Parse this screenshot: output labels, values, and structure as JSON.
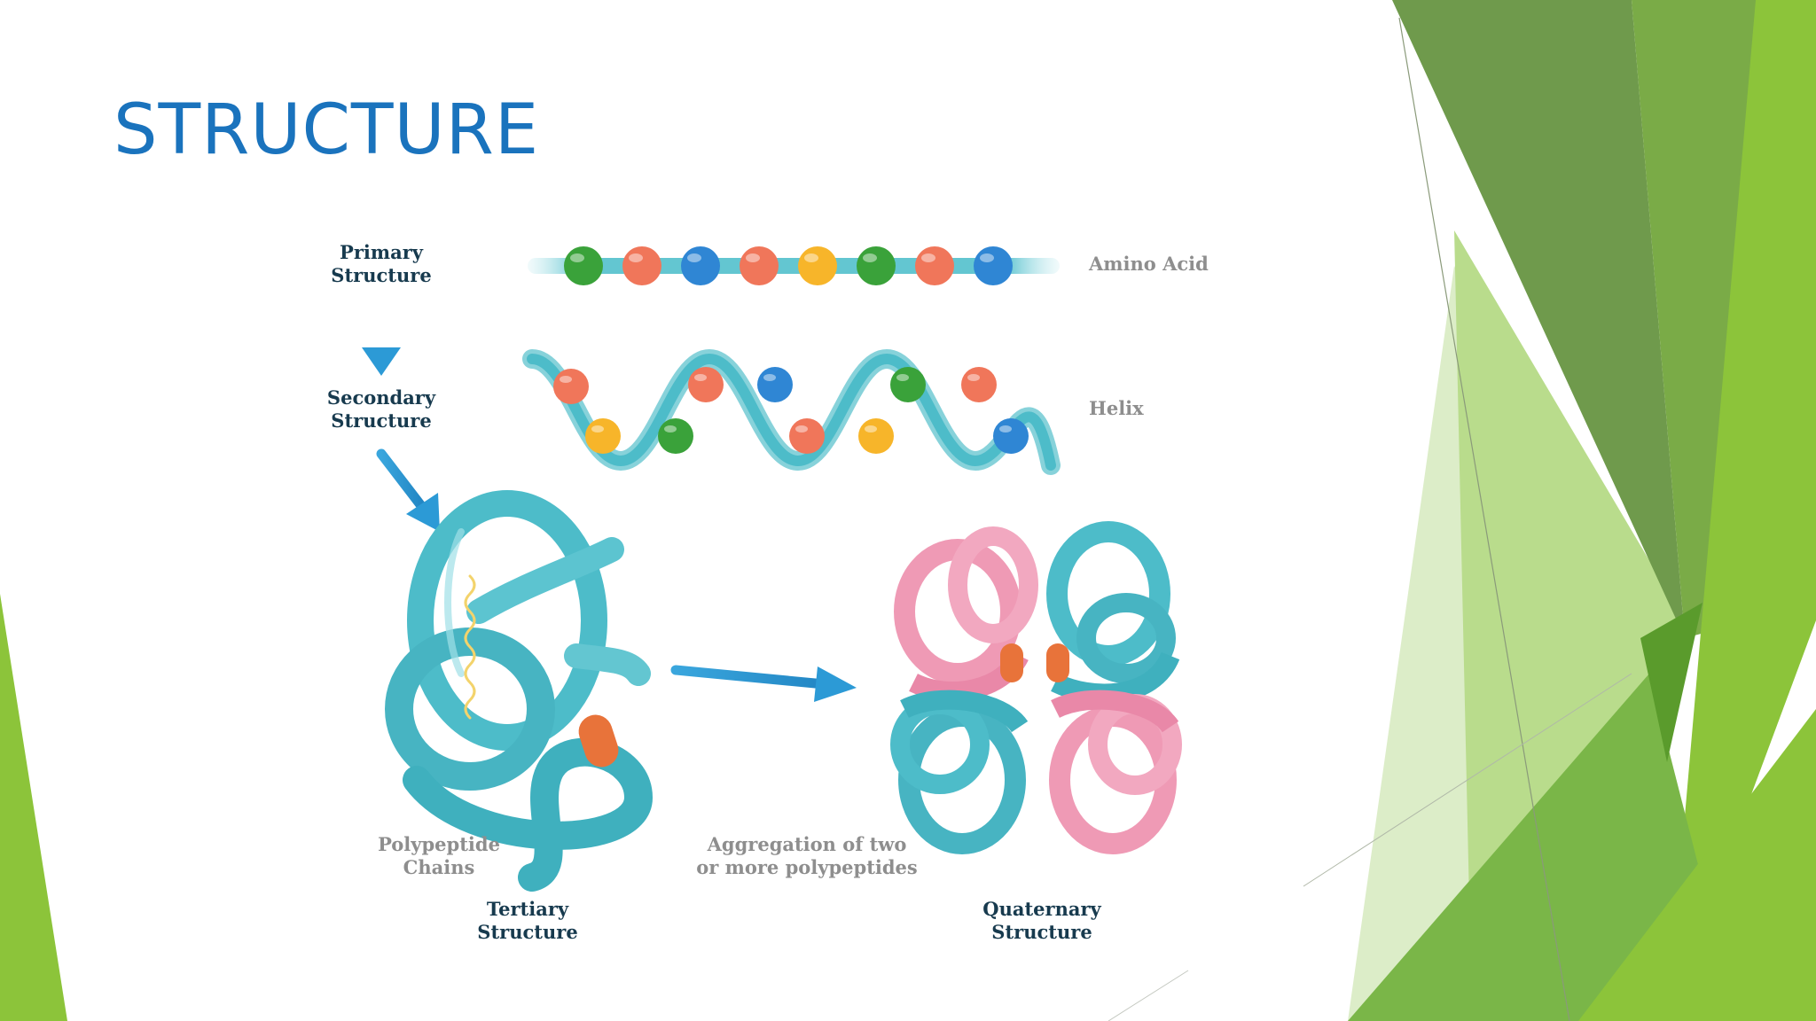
{
  "slide": {
    "title": "STRUCTURE"
  },
  "diagram": {
    "stages": {
      "primary": {
        "line1": "Primary",
        "line2": "Structure"
      },
      "secondary": {
        "line1": "Secondary",
        "line2": "Structure"
      },
      "tertiary": {
        "line1": "Tertiary",
        "line2": "Structure"
      },
      "quaternary": {
        "line1": "Quaternary",
        "line2": "Structure"
      }
    },
    "annotations": {
      "amino_acid": "Amino Acid",
      "helix": "Helix",
      "polypeptide": {
        "line1": "Polypeptide",
        "line2": "Chains"
      },
      "aggregation": {
        "line1": "Aggregation of two",
        "line2": "or more polypeptides"
      }
    }
  },
  "colors": {
    "title": "#1a73bd",
    "ribbon": "#4dbcc9",
    "ribbon_dark": "#2f9fae",
    "pink": "#ec8fae",
    "arrow": "#2c9ad6",
    "bead_colors": [
      "#3aa23a",
      "#f0765a",
      "#2f86d4",
      "#f0765a",
      "#f7b52a",
      "#3aa23a",
      "#f0765a",
      "#2f86d4"
    ],
    "green_shades": [
      "#6f9a4c",
      "#7aab47",
      "#8cc43a",
      "#b9dc8c",
      "#dcedc8",
      "#5a9b2c"
    ]
  }
}
